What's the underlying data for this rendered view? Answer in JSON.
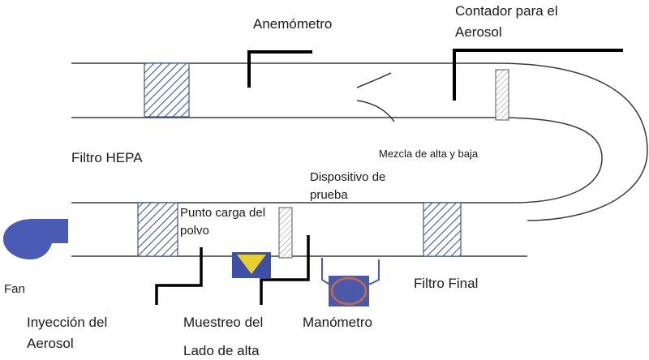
{
  "labels": {
    "anemometer": "Anemómetro",
    "aerosol_counter_line1": "Contador para el",
    "aerosol_counter_line2": "Aerosol",
    "hepa_filter": "Filtro HEPA",
    "high_low_mix": "Mezcla de alta y baja",
    "test_device_line1": "Dispositivo de",
    "test_device_line2": "prueba",
    "dust_loading_line1": "Punto carga del",
    "dust_loading_line2": "polvo",
    "fan": "Fan",
    "final_filter": "Filtro Final",
    "aerosol_injection_line1": "Inyección del",
    "aerosol_injection_line2": "Aerosol",
    "high_side_sampling_line1": "Muestreo del",
    "high_side_sampling_line2": "Lado de alta",
    "manometer": "Manómetro"
  },
  "colors": {
    "duct_line": "#3a3a3a",
    "probe_line": "#000000",
    "filter_hatch": "#3c5a86",
    "fan_fill": "#4a5bb5",
    "dust_hopper_fill": "#e8cf2e",
    "dust_hopper_frame": "#3d4fa6",
    "manometer_fill": "#4a5aa8",
    "manometer_ring": "#c56a4a"
  }
}
